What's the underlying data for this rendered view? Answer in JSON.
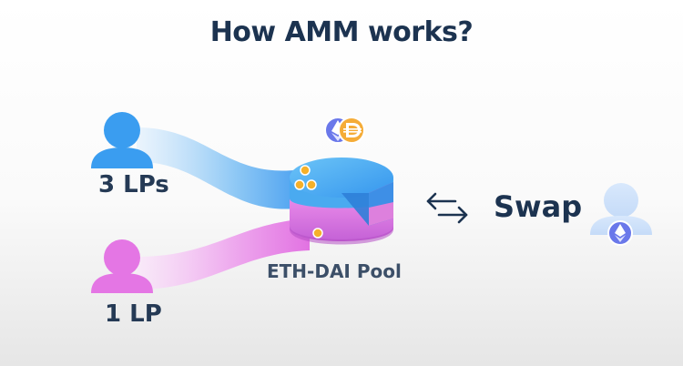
{
  "title": "How AMM works?",
  "labels": {
    "three_lps": "3 LPs",
    "one_lp": "1 LP",
    "pool": "ETH-DAI Pool",
    "swap": "Swap"
  },
  "icons": {
    "eth": "eth-icon",
    "dai": "dai-icon",
    "user": "user-icon",
    "swap": "swap-arrows-icon"
  },
  "colors": {
    "title": "#1c3350",
    "blue": "#3a9df0",
    "pink": "#e476e4",
    "eth_bg": "#6a78ea",
    "dai_bg": "#f5ac37",
    "ghost_user": "#cfe2fb"
  }
}
